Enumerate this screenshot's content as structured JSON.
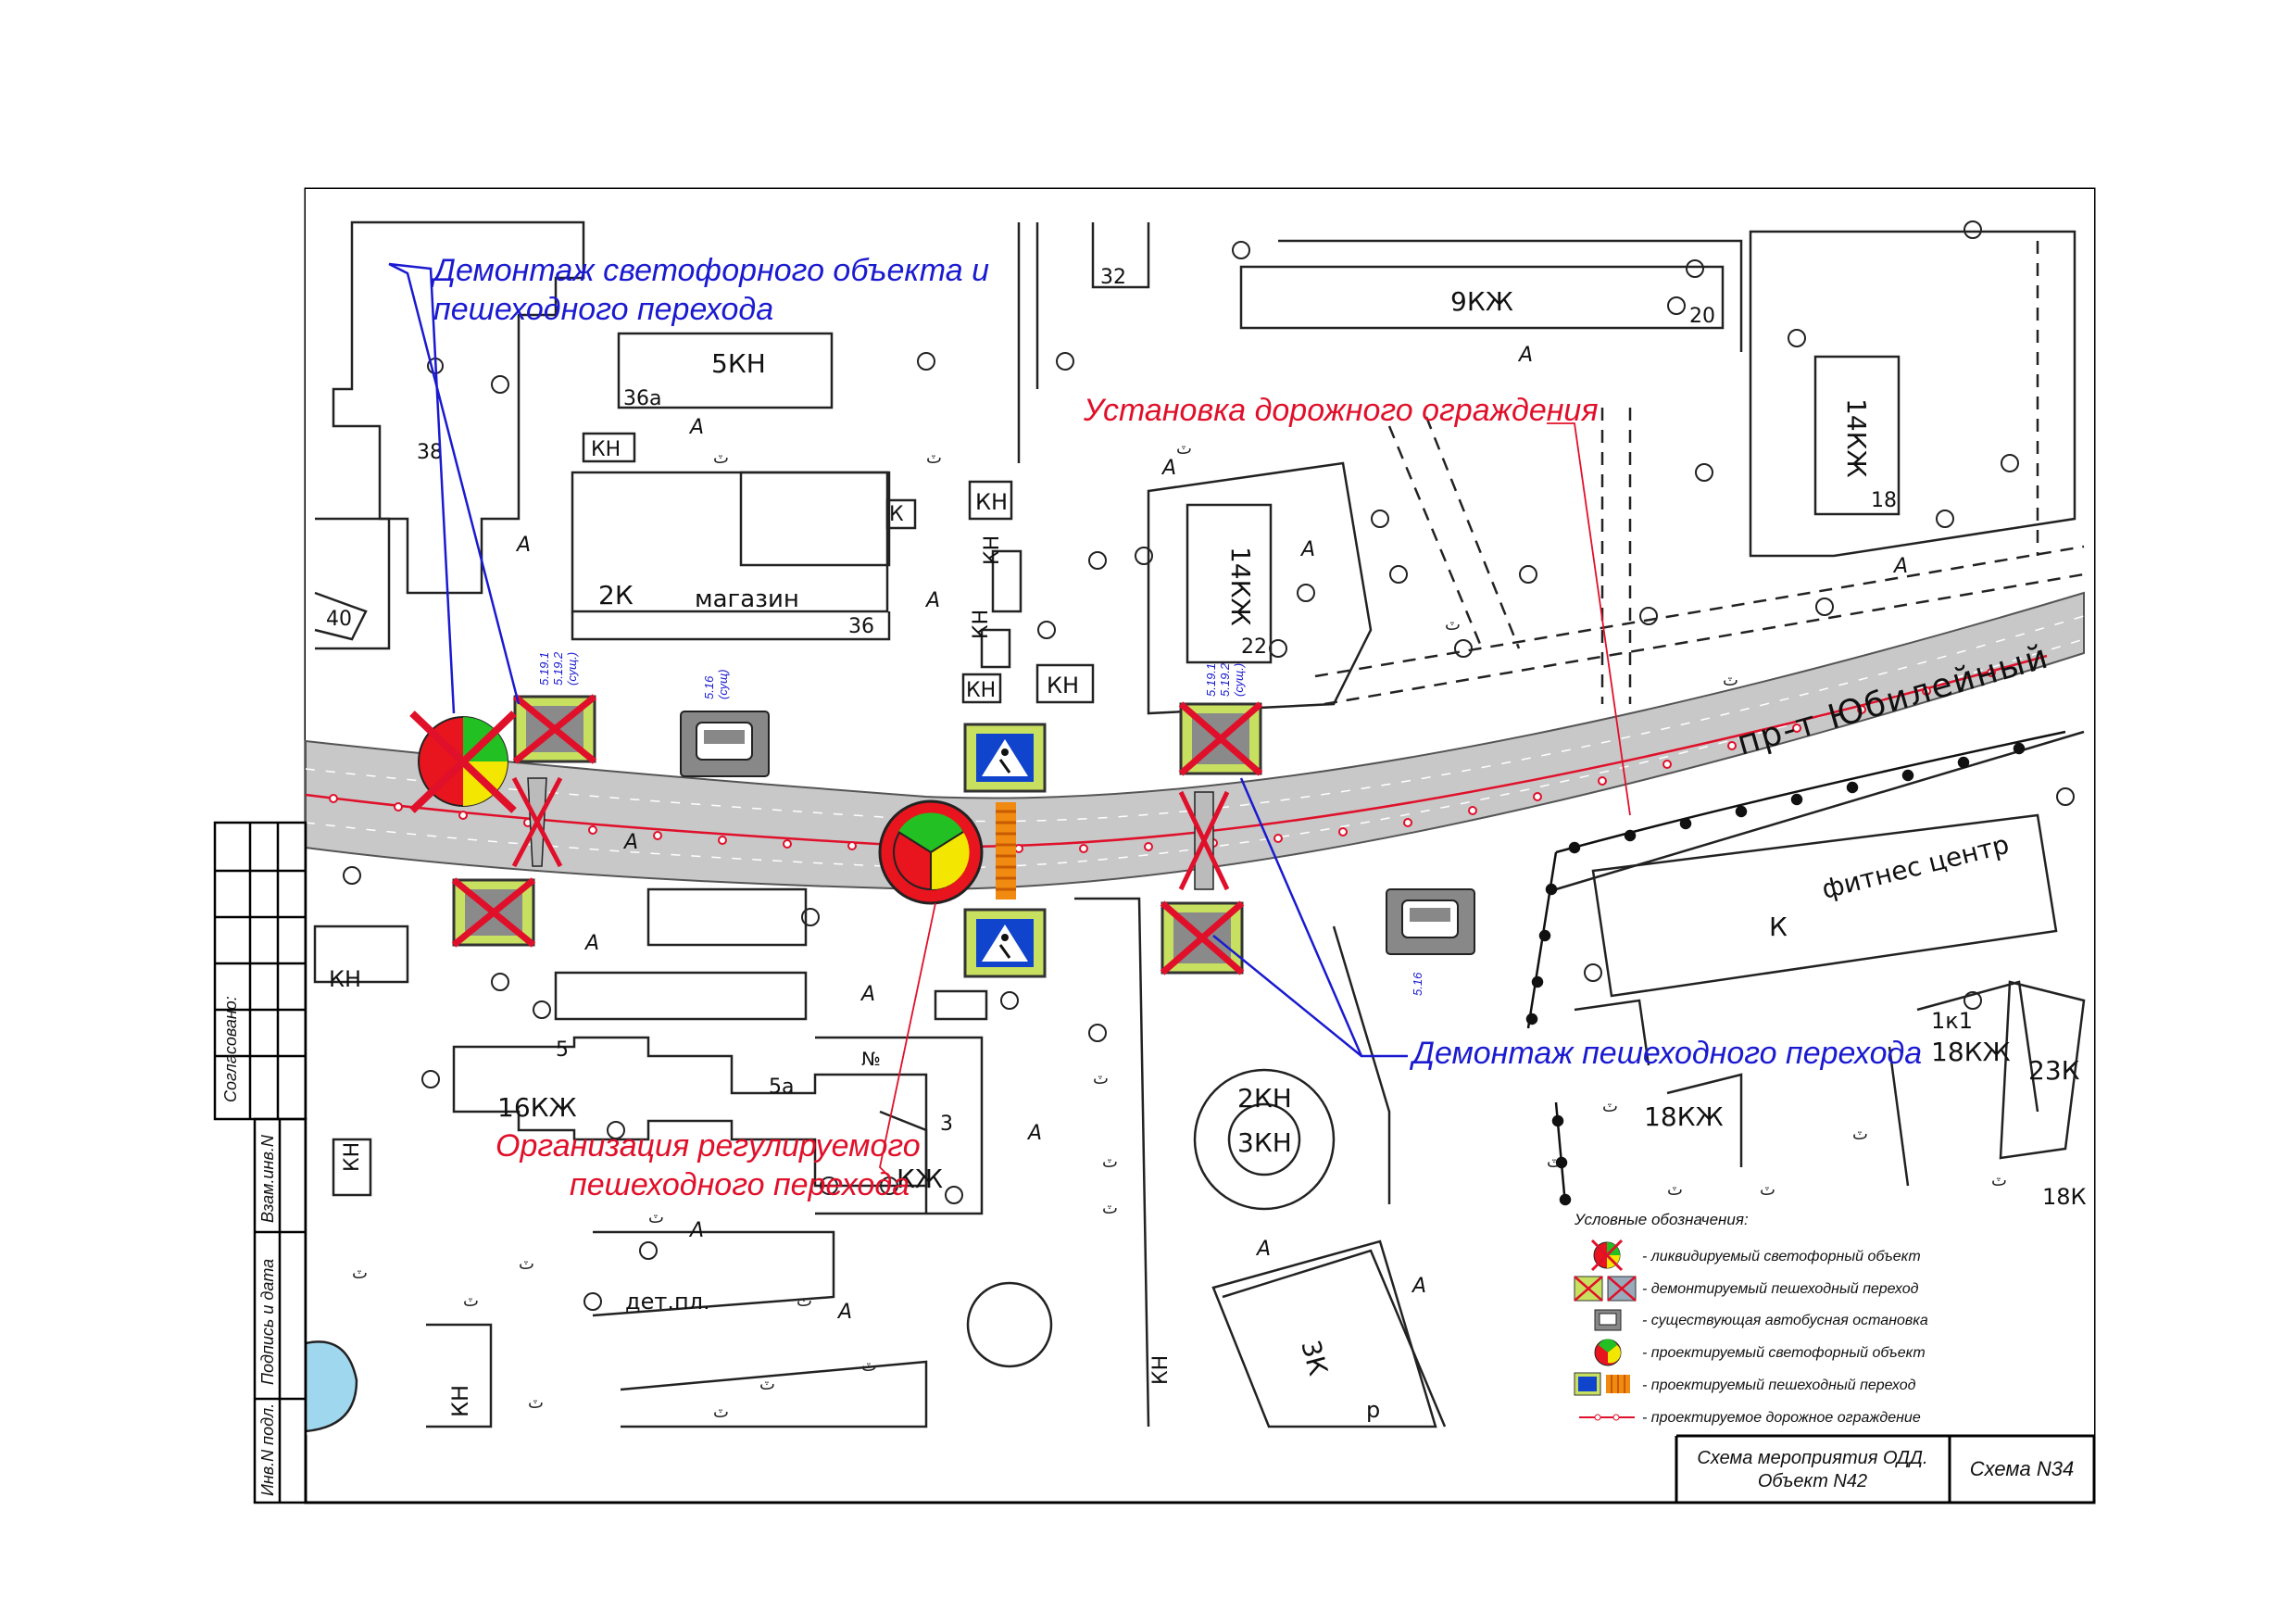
{
  "street_name": "пр-т Юбилейный",
  "annotations": {
    "demolish_signal": [
      "Демонтаж светофорного объекта и",
      "пешеходного перехода"
    ],
    "install_fence": "Установка дорожного ограждения",
    "demolish_crossing": "Демонтаж пешеходного перехода",
    "organize_crossing": [
      "Организация регулируемого",
      "пешеходного перехода"
    ]
  },
  "buildings": {
    "b_5kn": "5КН",
    "b_36a": "36а",
    "b_kn1": "КН",
    "b_2k": "2К",
    "b_shop": "магазин",
    "b_36": "36",
    "b_38": "38",
    "b_40": "40",
    "b_32": "32",
    "b_9kzh": "9КЖ",
    "b_20": "20",
    "b_14kzh_a": "14КЖ",
    "b_22": "22",
    "b_14kzh_b": "14КЖ",
    "b_18": "18",
    "b_kn_c1": "КН",
    "b_kn_c2": "КН",
    "b_kn_c3": "КН",
    "b_kn_c4": "КН",
    "b_kn_c5": "КН",
    "b_k_top": "К",
    "b_fitness_k": "К",
    "b_fitness": "фитнес центр",
    "b_1k1": "1к1",
    "b_18kzh_a": "18КЖ",
    "b_23k": "23К",
    "b_18kzh_b": "18КЖ",
    "b_18k": "18К",
    "b_2kn": "2КН",
    "b_3kn": "3КН",
    "b_16kzh": "16КЖ",
    "b_5": "5",
    "b_5a": "5а",
    "b_3": "3",
    "b_kzh": "КЖ",
    "b_no": "№",
    "b_det": "дет.пл.",
    "b_kn_l1": "КН",
    "b_kn_l2": "КН",
    "b_kn_l3": "КН",
    "b_kn_b1": "КН",
    "b_3k": "3К",
    "b_r": "р"
  },
  "area_marks": [
    "A",
    "A",
    "A",
    "A",
    "A",
    "A",
    "A",
    "A",
    "A",
    "A",
    "A",
    "A",
    "A",
    "A",
    "A"
  ],
  "sign_labels": {
    "s1": "5.19.1",
    "s2": "5.19.2",
    "s3": "(сущ.)",
    "s4": "5.16",
    "s5": "(сущ)",
    "s6": "5.19.1",
    "s7": "5.19.2",
    "s8": "(сущ.)",
    "s9": "5.16"
  },
  "legend": {
    "title": "Условные обозначения:",
    "items": [
      "- ликвидируемый светофорный объект",
      "- демонтируемый пешеходный переход",
      "- существующая автобусная остановка",
      "- проектируемый светофорный объект",
      "- проектируемый пешеходный переход",
      "- проектируемое дорожное ограждение"
    ]
  },
  "title_block": {
    "scheme_title_line1": "Схема мероприятия ОДД.",
    "scheme_title_line2": "Объект N42",
    "scheme_number": "Схема N34"
  },
  "side_stamp": {
    "agreed": "Согласовано:",
    "inv_replace": "Взам.инв.N",
    "sign_date": "Подпись и дата",
    "inv_orig": "Инв.N подл."
  },
  "colors": {
    "road": "#c8c8c8",
    "fence": "#e0102a",
    "blue_note": "#1a1ad0",
    "red_note": "#e0102a",
    "signal_green": "#22c022",
    "signal_yellow": "#f3e600",
    "signal_red": "#e8141e",
    "sign_blue": "#1144cc",
    "crossing_orange": "#f08a10"
  }
}
